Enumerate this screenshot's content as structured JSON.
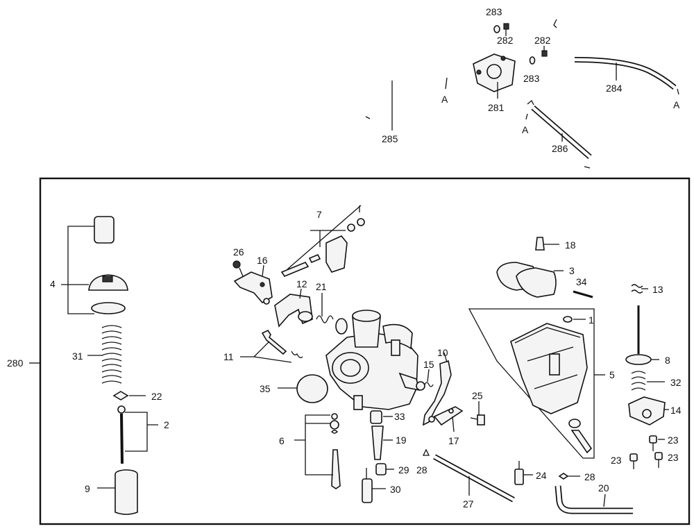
{
  "diagram": {
    "assembly_label": "280",
    "callouts": {
      "c283a": "283",
      "c282a": "282",
      "c282b": "282",
      "c283b": "283",
      "c281": "281",
      "c284": "284",
      "c285": "285",
      "c286": "286",
      "cA1": "A",
      "cA2": "A",
      "cA3": "A",
      "c1": "1",
      "c2": "2",
      "c3": "3",
      "c4": "4",
      "c5": "5",
      "c6": "6",
      "c7": "7",
      "c8": "8",
      "c9": "9",
      "c10": "10",
      "c11": "11",
      "c12": "12",
      "c13": "13",
      "c14": "14",
      "c15": "15",
      "c16": "16",
      "c17": "17",
      "c18": "18",
      "c19": "19",
      "c20": "20",
      "c21": "21",
      "c22": "22",
      "c23a": "23",
      "c23b": "23",
      "c23c": "23",
      "c24": "24",
      "c25": "25",
      "c26": "26",
      "c27": "27",
      "c28a": "28",
      "c28b": "28",
      "c29": "29",
      "c30": "30",
      "c31": "31",
      "c32": "32",
      "c33": "33",
      "c34": "34",
      "c35": "35"
    }
  }
}
